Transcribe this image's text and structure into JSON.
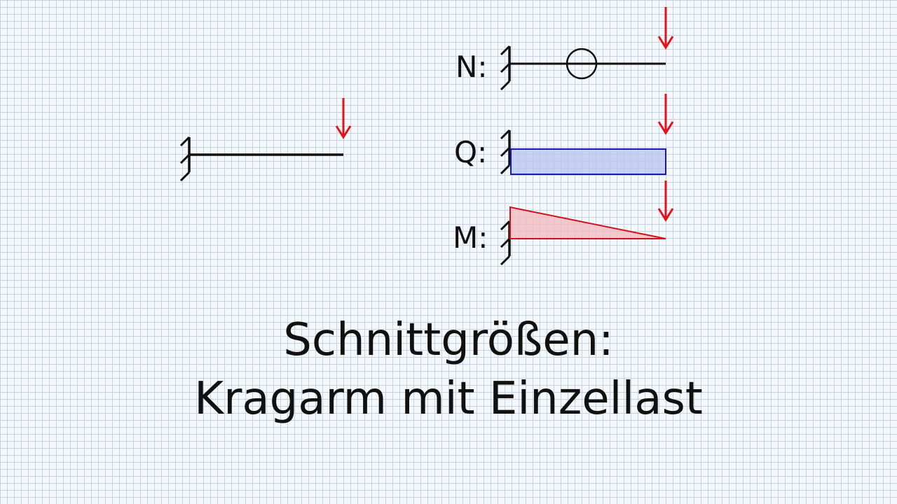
{
  "colors": {
    "beam": "#111111",
    "load_arrow": "#e0141c",
    "shear_fill": "#b8c4ee",
    "shear_stroke": "#1a1ab0",
    "moment_fill": "#f2b8bc",
    "moment_stroke": "#d0101c"
  },
  "diagrams": {
    "normal_label": "N:",
    "shear_label": "Q:",
    "moment_label": "M:"
  },
  "title": {
    "line1": "Schnittgrößen:",
    "line2": "Kragarm mit Einzellast"
  }
}
